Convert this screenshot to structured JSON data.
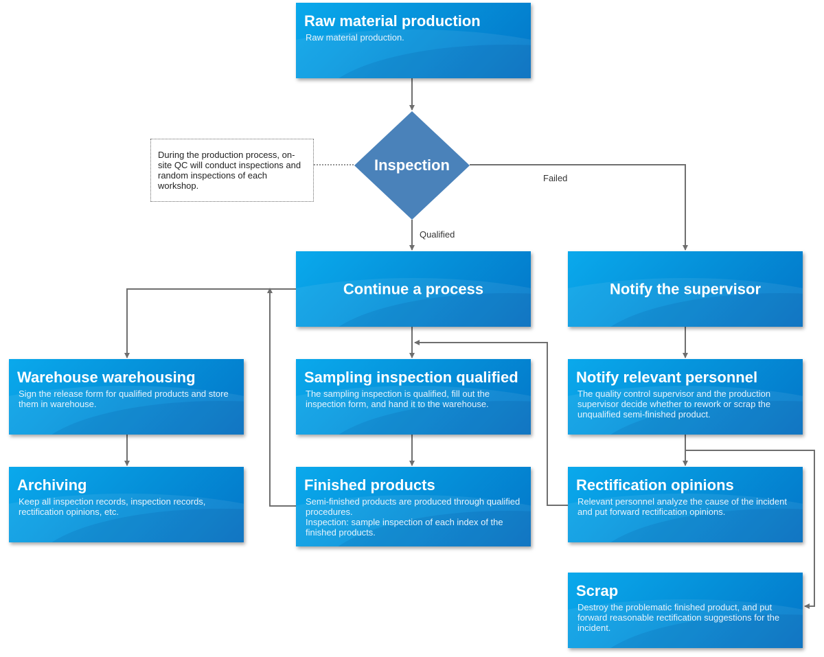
{
  "nodes": {
    "raw": {
      "title": "Raw material production",
      "desc": "Raw material production."
    },
    "inspection": {
      "title": "Inspection"
    },
    "continue": {
      "title": "Continue a process"
    },
    "notify_supervisor": {
      "title": "Notify the supervisor"
    },
    "warehouse": {
      "title": "Warehouse warehousing",
      "desc": "Sign the release form for qualified products and store them in warehouse."
    },
    "sampling": {
      "title": "Sampling inspection qualified",
      "desc": "The sampling inspection is qualified, fill out the inspection form, and hand it to the warehouse."
    },
    "notify_personnel": {
      "title": "Notify relevant personnel",
      "desc": "The quality control supervisor and the production supervisor decide whether to rework or scrap the unqualified semi-finished product."
    },
    "archiving": {
      "title": "Archiving",
      "desc": "Keep all inspection records, inspection records, rectification opinions, etc."
    },
    "finished": {
      "title": "Finished products",
      "desc": "Semi-finished products are produced through qualified procedures.\nInspection: sample inspection of each index of the finished products."
    },
    "rectification": {
      "title": "Rectification opinions",
      "desc": "Relevant personnel analyze the cause of the incident and put forward rectification opinions."
    },
    "scrap": {
      "title": "Scrap",
      "desc": "Destroy the problematic finished product, and put forward reasonable rectification suggestions for the incident."
    }
  },
  "note": "During the production process, on-site QC will conduct inspections and random inspections of each workshop.",
  "edge_labels": {
    "failed": "Failed",
    "qualified": "Qualified"
  },
  "colors": {
    "box": "#0590d9",
    "diamond": "#4a82ba",
    "connector": "#6e6e6e"
  }
}
